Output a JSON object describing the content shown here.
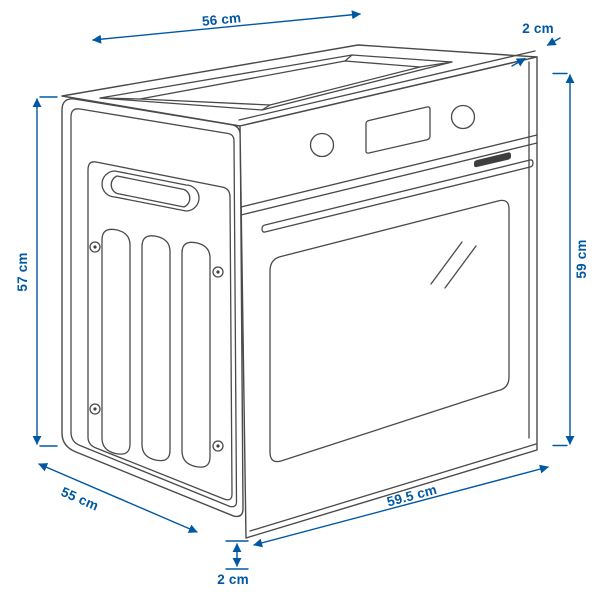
{
  "diagram": {
    "type": "product-dimension-drawing",
    "subject": "built-in oven",
    "colors": {
      "dimension_blue": "#0058a3",
      "outline_gray": "#4a4a4a",
      "background": "#ffffff"
    },
    "dimensions": {
      "top_width": "56 cm",
      "door_top_overhang": "2 cm",
      "body_height": "57 cm",
      "front_height": "59 cm",
      "body_depth": "55 cm",
      "front_width": "59.5 cm",
      "door_bottom_overhang": "2 cm"
    }
  }
}
